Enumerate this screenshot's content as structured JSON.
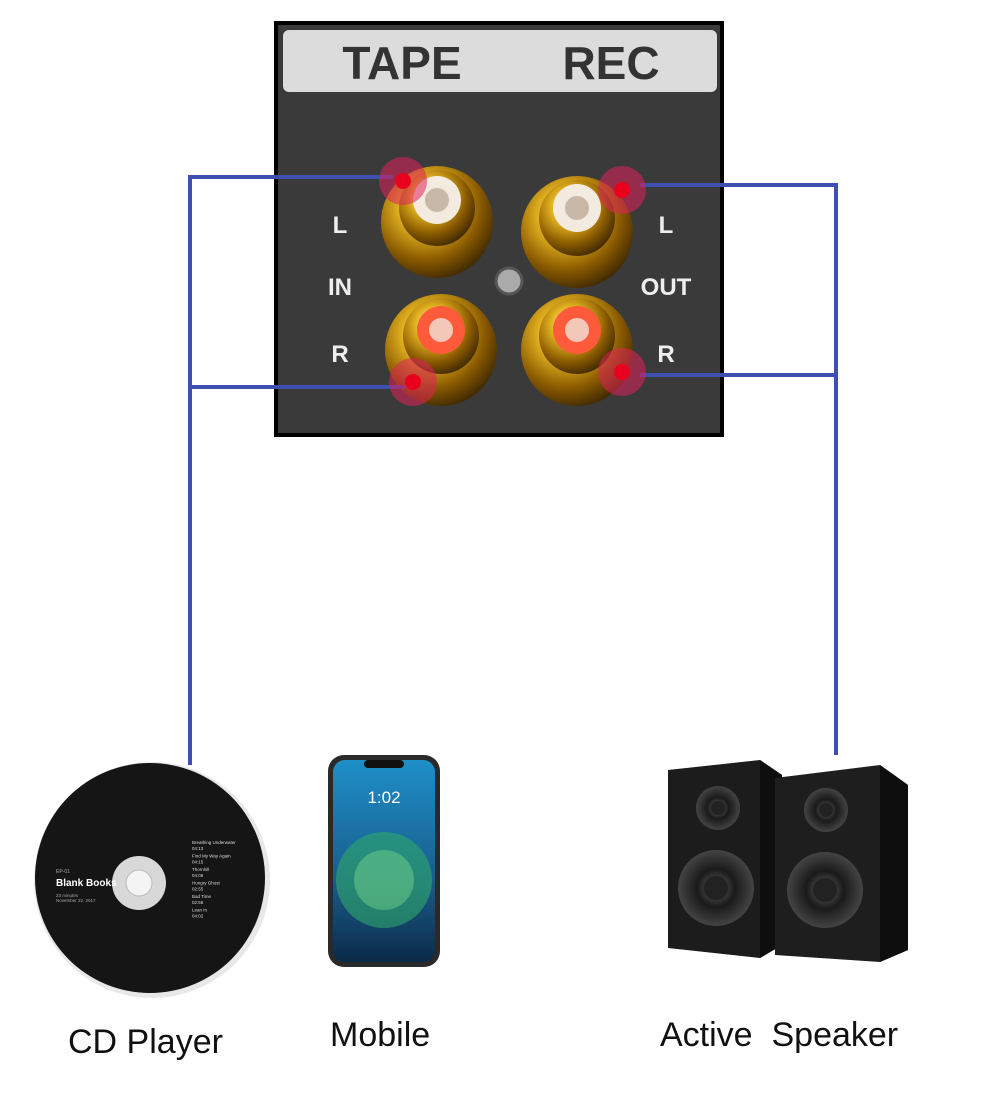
{
  "panel": {
    "title_left": "TAPE",
    "title_right": "REC",
    "in_label": "IN",
    "out_label": "OUT",
    "left_label_in": "L",
    "right_label_in": "R",
    "left_label_out": "L",
    "right_label_out": "R"
  },
  "colors": {
    "wire": "#3f4fb0",
    "connection_dot": "#e8001c",
    "panel": "#3a3a3a",
    "label_strip": "#dcdcdc"
  },
  "devices": {
    "cd": {
      "label": "CD Player",
      "disc_code": "EP-01",
      "disc_title": "Blank Books",
      "disc_sub1": "23 minutes",
      "disc_sub2": "November 22, 2017",
      "tracks": [
        {
          "name": "Breathing Underwater",
          "time": "04:13"
        },
        {
          "name": "Find My Way Again",
          "time": "04:15"
        },
        {
          "name": "Thornhill",
          "time": "04:06"
        },
        {
          "name": "Hungry Ghost",
          "time": "02:55"
        },
        {
          "name": "Bad Time",
          "time": "02:56"
        },
        {
          "name": "Lean In",
          "time": "04:02"
        }
      ]
    },
    "mobile": {
      "label": "Mobile",
      "clock": "1:02"
    },
    "speaker": {
      "label": "Active  Speaker"
    }
  }
}
